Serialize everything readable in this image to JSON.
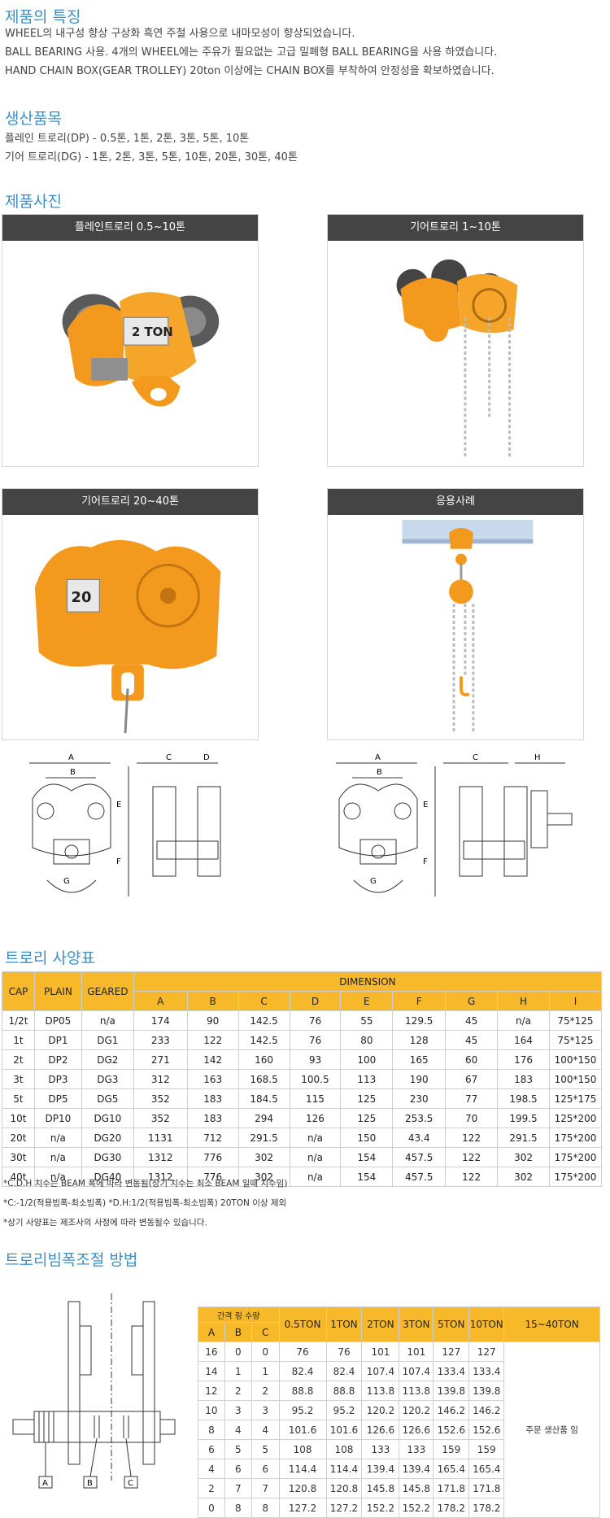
{
  "features": {
    "title": "제품의 특징",
    "lines": [
      "WHEEL의 내구성 향상 구상화 흑연 주철 사용으로 내마모성이 향상되었습니다.",
      "BALL BEARING 사용. 4개의 WHEEL에는 주유가 필요없는 고급 밀폐형 BALL BEARING을 사용 하였습니다.",
      "HAND CHAIN BOX(GEAR TROLLEY) 20ton 이상에는 CHAIN BOX를 부착하여 안정성을 확보하였습니다."
    ]
  },
  "products": {
    "title": "생산품목",
    "lines": [
      "플레인 트로리(DP) - 0.5톤, 1톤, 2톤, 3톤, 5톤, 10톤",
      "기어 트로리(DG) - 1톤, 2톤, 3톤, 5톤, 10톤, 20톤, 30톤, 40톤"
    ]
  },
  "photos": {
    "title": "제품사진",
    "items": [
      {
        "caption": "플레인트로리 0.5~10톤",
        "plate": "2 TON"
      },
      {
        "caption": "기어트로리 1~10톤"
      },
      {
        "caption": "기어트로리 20~40톤",
        "plate": "20"
      },
      {
        "caption": "응용사례"
      }
    ]
  },
  "drawings": {
    "left": {
      "labels": [
        "A",
        "B",
        "C",
        "D",
        "E",
        "F",
        "G"
      ]
    },
    "right": {
      "labels": [
        "A",
        "B",
        "C",
        "H",
        "E",
        "F",
        "G"
      ]
    }
  },
  "spec": {
    "title": "트로리 사양표",
    "headers": {
      "cap": "CAP",
      "plain": "PLAIN",
      "geared": "GEARED",
      "dimension": "DIMENSION"
    },
    "dim_cols": [
      "A",
      "B",
      "C",
      "D",
      "E",
      "F",
      "G",
      "H",
      "I"
    ],
    "rows": [
      [
        "1/2t",
        "DP05",
        "n/a",
        "174",
        "90",
        "142.5",
        "76",
        "55",
        "129.5",
        "45",
        "n/a",
        "75*125"
      ],
      [
        "1t",
        "DP1",
        "DG1",
        "233",
        "122",
        "142.5",
        "76",
        "80",
        "128",
        "45",
        "164",
        "75*125"
      ],
      [
        "2t",
        "DP2",
        "DG2",
        "271",
        "142",
        "160",
        "93",
        "100",
        "165",
        "60",
        "176",
        "100*150"
      ],
      [
        "3t",
        "DP3",
        "DG3",
        "312",
        "163",
        "168.5",
        "100.5",
        "113",
        "190",
        "67",
        "183",
        "100*150"
      ],
      [
        "5t",
        "DP5",
        "DG5",
        "352",
        "183",
        "184.5",
        "115",
        "125",
        "230",
        "77",
        "198.5",
        "125*175"
      ],
      [
        "10t",
        "DP10",
        "DG10",
        "352",
        "183",
        "294",
        "126",
        "125",
        "253.5",
        "70",
        "199.5",
        "125*200"
      ],
      [
        "20t",
        "n/a",
        "DG20",
        "1131",
        "712",
        "291.5",
        "n/a",
        "150",
        "43.4",
        "122",
        "291.5",
        "175*200"
      ],
      [
        "30t",
        "n/a",
        "DG30",
        "1312",
        "776",
        "302",
        "n/a",
        "154",
        "457.5",
        "122",
        "302",
        "175*200"
      ],
      [
        "40t",
        "n/a",
        "DG40",
        "1312",
        "776",
        "302",
        "n/a",
        "154",
        "457.5",
        "122",
        "302",
        "175*200"
      ]
    ],
    "notes": [
      "*C.D.H 치수는 BEAM 폭에 따라 변동됨(상기 치수는 최소 BEAM 일때 치수임)",
      "*C:-1/2(적용빔폭-최소빔폭) *D.H:1/2(적용빔폭-최소빔폭) 20TON 이상 제외",
      "*상기 사양표는 제조사의 사정에 따라 변동될수 있습니다."
    ]
  },
  "adjust": {
    "title": "트로리빔폭조절 방법",
    "diagram_labels": [
      "A",
      "B",
      "C"
    ],
    "headers": {
      "group": "간격 링 수량",
      "abc": [
        "A",
        "B",
        "C"
      ],
      "tons": [
        "0.5TON",
        "1TON",
        "2TON",
        "3TON",
        "5TON",
        "10TON",
        "15~40TON"
      ]
    },
    "rows": [
      [
        "16",
        "0",
        "0",
        "76",
        "76",
        "101",
        "101",
        "127",
        "127"
      ],
      [
        "14",
        "1",
        "1",
        "82.4",
        "82.4",
        "107.4",
        "107.4",
        "133.4",
        "133.4"
      ],
      [
        "12",
        "2",
        "2",
        "88.8",
        "88.8",
        "113.8",
        "113.8",
        "139.8",
        "139.8"
      ],
      [
        "10",
        "3",
        "3",
        "95.2",
        "95.2",
        "120.2",
        "120.2",
        "146.2",
        "146.2"
      ],
      [
        "8",
        "4",
        "4",
        "101.6",
        "101.6",
        "126.6",
        "126.6",
        "152.6",
        "152.6"
      ],
      [
        "6",
        "5",
        "5",
        "108",
        "108",
        "133",
        "133",
        "159",
        "159"
      ],
      [
        "4",
        "6",
        "6",
        "114.4",
        "114.4",
        "139.4",
        "139.4",
        "165.4",
        "165.4"
      ],
      [
        "2",
        "7",
        "7",
        "120.8",
        "120.8",
        "145.8",
        "145.8",
        "171.8",
        "171.8"
      ],
      [
        "0",
        "8",
        "8",
        "127.2",
        "127.2",
        "152.2",
        "152.2",
        "178.2",
        "178.2"
      ]
    ],
    "merged_note": "주문 생산품 임"
  },
  "colors": {
    "accent": "#3d8fc4",
    "header": "#f7b92a",
    "product": "#f39a1e"
  }
}
